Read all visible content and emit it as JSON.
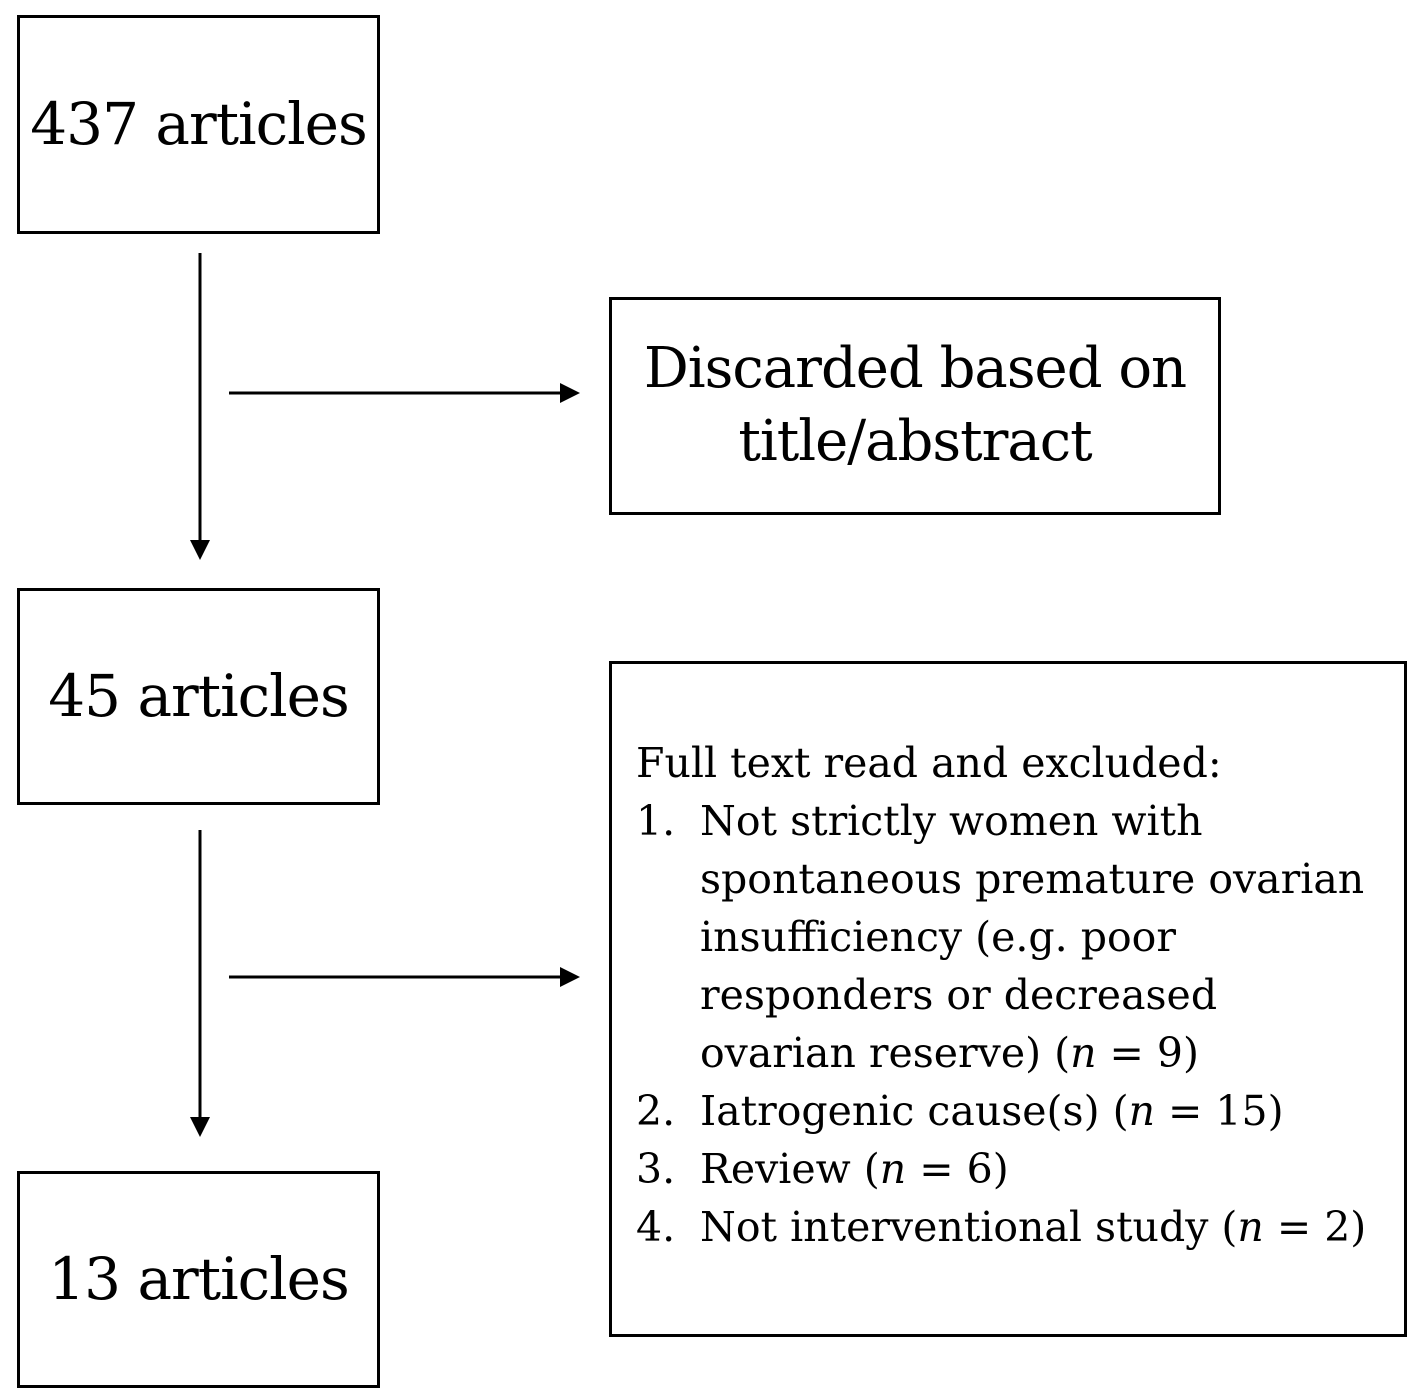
{
  "boxes": {
    "start": "437 articles",
    "screened": "45 articles",
    "included": "13 articles",
    "discarded_line1": "Discarded based on",
    "discarded_line2": "title/abstract"
  },
  "excluded": {
    "heading": "Full text read and excluded:",
    "items": [
      {
        "num": "1.",
        "text": "Not strictly women with spontaneous premature ovarian insufficiency (e.g. poor responders or decreased ovarian reserve) (",
        "n_label": "n",
        "n_value": " = 9)"
      },
      {
        "num": "2.",
        "text": "Iatrogenic cause(s) (",
        "n_label": "n",
        "n_value": " = 15)"
      },
      {
        "num": "3.",
        "text": "Review  (",
        "n_label": "n",
        "n_value": " = 6)"
      },
      {
        "num": "4.",
        "text": "Not interventional study (",
        "n_label": "n",
        "n_value": " = 2)"
      }
    ]
  },
  "colors": {
    "line": "#000000",
    "background": "#ffffff"
  }
}
